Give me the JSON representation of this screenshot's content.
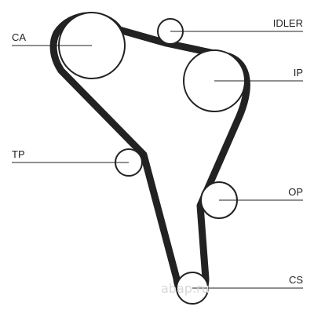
{
  "labels": {
    "ca": "CA",
    "idler": "IDLER",
    "ip": "IP",
    "tp": "TP",
    "op": "OP",
    "cs": "CS"
  },
  "watermark": "abap.ru",
  "colors": {
    "belt": "#222222",
    "pulley_stroke": "#222222",
    "pulley_fill": "#ffffff",
    "leader_line": "#222222",
    "watermark": "#d8d8d8"
  }
}
